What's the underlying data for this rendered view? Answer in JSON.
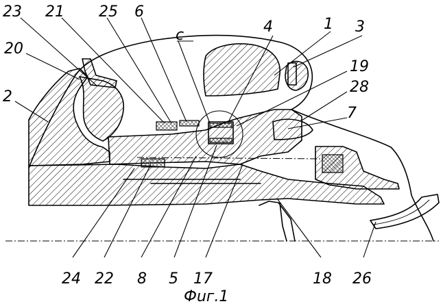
{
  "labels": {
    "l23": "23",
    "l21": "21",
    "l25": "25",
    "l6": "6",
    "lc": "c",
    "l4": "4",
    "l1": "1",
    "l3": "3",
    "l20": "20",
    "l19": "19",
    "l28": "28",
    "l2": "2",
    "l7": "7",
    "l24": "24",
    "l22": "22",
    "l8": "8",
    "l5": "5",
    "l17": "17",
    "l18": "18",
    "l26": "26"
  },
  "caption": "Фuг.1"
}
